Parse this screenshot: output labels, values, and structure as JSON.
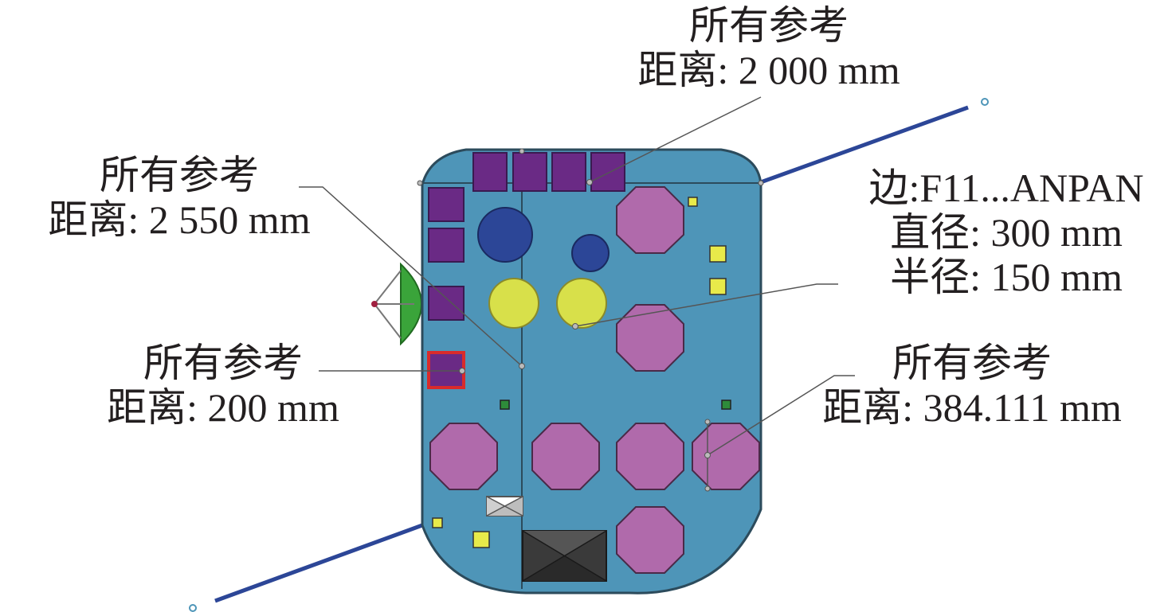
{
  "colors": {
    "panel_fill": "#4e95b8",
    "panel_stroke": "#2c4b5c",
    "purple_box": "#6a2a85",
    "octagon": "#b06aab",
    "navy_circle": "#2c4697",
    "yellow_circle": "#d8e04a",
    "yellow_square": "#e8ea4a",
    "green_square": "#2e8b3a",
    "red_border": "#d92b2b",
    "antenna": "#2c4697",
    "dish": "#3aa43a",
    "dark_block": "#3a3a3a"
  },
  "annotations": {
    "top": {
      "title": "所有参考",
      "value": "距离: 2 000 mm"
    },
    "upper_left": {
      "title": "所有参考",
      "value": "距离: 2 550 mm"
    },
    "mid_left": {
      "title": "所有参考",
      "value": "距离: 200 mm"
    },
    "right_edge": {
      "name": "边:F11...ANPAN",
      "diameter": "直径: 300 mm",
      "radius": "半径: 150 mm"
    },
    "lower_right": {
      "title": "所有参考",
      "value": "距离: 384.111 mm"
    }
  }
}
